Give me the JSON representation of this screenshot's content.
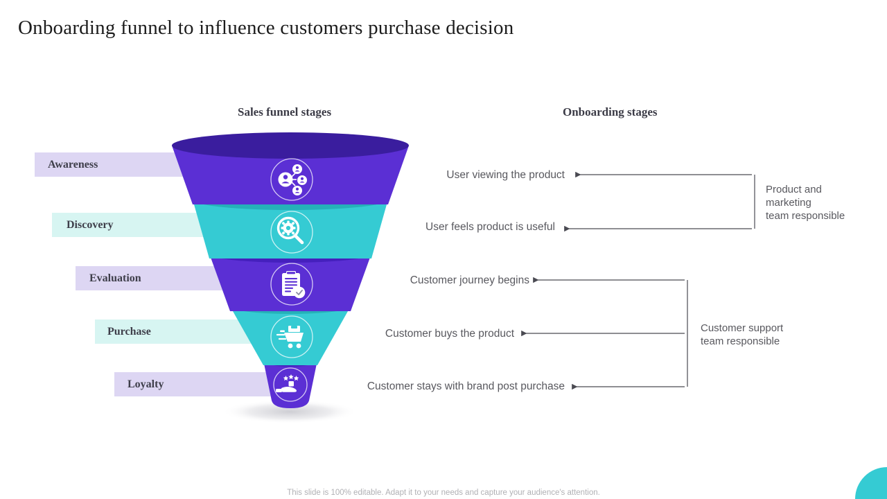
{
  "slide": {
    "title": "Onboarding funnel to influence customers purchase decision",
    "footer_note": "This slide is 100% editable. Adapt it to your needs and capture your audience's attention."
  },
  "headers": {
    "left": "Sales funnel stages",
    "right": "Onboarding stages"
  },
  "colors": {
    "purple": "#5b2fd4",
    "purple_dark": "#3a1d9e",
    "cyan": "#35cbd3",
    "cyan_dark": "#22a7ae",
    "bar_purple": "#ddd6f3",
    "bar_cyan": "#d7f5f2",
    "text": "#58585e",
    "accent": "#35cbd3"
  },
  "funnel": {
    "stages": [
      {
        "label": "Awareness",
        "icon": "users-network-icon",
        "bar_color": "purple",
        "segment_color": "purple"
      },
      {
        "label": "Discovery",
        "icon": "magnifier-gear-icon",
        "bar_color": "cyan",
        "segment_color": "cyan"
      },
      {
        "label": "Evaluation",
        "icon": "clipboard-check-icon",
        "bar_color": "purple",
        "segment_color": "purple"
      },
      {
        "label": "Purchase",
        "icon": "shopping-cart-icon",
        "bar_color": "cyan",
        "segment_color": "cyan"
      },
      {
        "label": "Loyalty",
        "icon": "hand-stars-icon",
        "bar_color": "purple",
        "segment_color": "purple"
      }
    ]
  },
  "onboarding": {
    "steps": [
      "User viewing the product",
      "User feels product is useful",
      "Customer journey begins",
      "Customer buys the product",
      "Customer stays with brand post purchase"
    ],
    "groups": [
      {
        "caption": "Product and\nmarketing\nteam responsible",
        "steps": [
          0,
          1
        ]
      },
      {
        "caption": "Customer support\nteam responsible",
        "steps": [
          2,
          3,
          4
        ]
      }
    ]
  }
}
